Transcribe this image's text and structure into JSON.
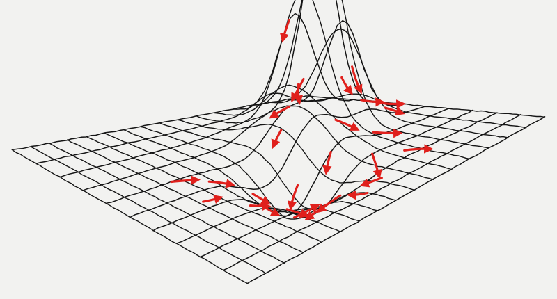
{
  "colors": {
    "paper": "#f2f2f0",
    "ink": "#151515",
    "arrow": "#e0201c"
  },
  "surface": {
    "description_kind": "hand-drawn mesh surface with a peak and a trough",
    "grid_rows": 11,
    "grid_cols": 17
  },
  "arrows": {
    "count": 30,
    "direction": "downhill"
  }
}
